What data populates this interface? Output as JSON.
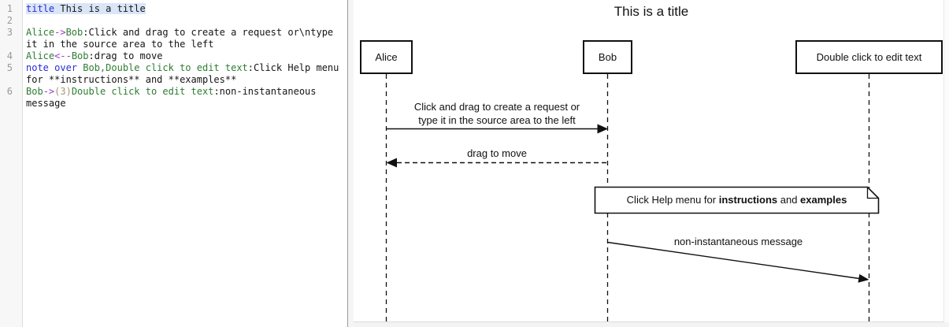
{
  "colors": {
    "syntax_keyword": "#2b2bd5",
    "syntax_participant": "#2e7d32",
    "syntax_operator": "#9d36ca",
    "syntax_delay": "#a8937c",
    "selection_bg": "#d9e6f8",
    "gutter_bg": "#f7f7f7",
    "line_number": "#999999",
    "diagram_stroke": "#111111"
  },
  "editor": {
    "lines": [
      {
        "num": "1",
        "segments": [
          {
            "t": "title"
          },
          {
            "t": " This is a title"
          }
        ]
      },
      {
        "num": "2",
        "segments": []
      },
      {
        "num": "3",
        "segments": [
          {
            "t": "Alice"
          },
          {
            "t": "->"
          },
          {
            "t": "Bob"
          },
          {
            "t": ":Click and drag to create a request or\\ntype\nit in the source area to the left"
          }
        ]
      },
      {
        "num": "4",
        "segments": [
          {
            "t": "Alice"
          },
          {
            "t": "<--"
          },
          {
            "t": "Bob"
          },
          {
            "t": ":drag to move"
          }
        ]
      },
      {
        "num": "5",
        "segments": [
          {
            "t": "note over"
          },
          {
            "t": " Bob,Double click to edit text"
          },
          {
            "t": ":Click Help menu\nfor **instructions** and **examples**"
          }
        ]
      },
      {
        "num": "6",
        "segments": [
          {
            "t": "Bob"
          },
          {
            "t": "->"
          },
          {
            "t": "(3)"
          },
          {
            "t": "Double click to edit text"
          },
          {
            "t": ":non-instantaneous\nmessage"
          }
        ]
      }
    ]
  },
  "diagram": {
    "title": "This is a title",
    "actors": [
      {
        "name": "Alice"
      },
      {
        "name": "Bob"
      },
      {
        "name": "Double click to edit text"
      }
    ],
    "messages": [
      {
        "type": "solid-arrow",
        "from": "Alice",
        "to": "Bob",
        "label_line1": "Click and drag to create a request or",
        "label_line2": "type it in the source area to the left"
      },
      {
        "type": "dashed-arrow",
        "from": "Bob",
        "to": "Alice",
        "label": "drag to move"
      },
      {
        "type": "note",
        "over": "Bob, Double click to edit text",
        "text_parts": [
          {
            "t": "Click Help menu for "
          },
          {
            "t": "instructions"
          },
          {
            "t": " and "
          },
          {
            "t": "examples"
          }
        ]
      },
      {
        "type": "slanted-arrow",
        "from": "Bob",
        "to": "Double click to edit text",
        "label": "non-instantaneous message"
      }
    ]
  }
}
